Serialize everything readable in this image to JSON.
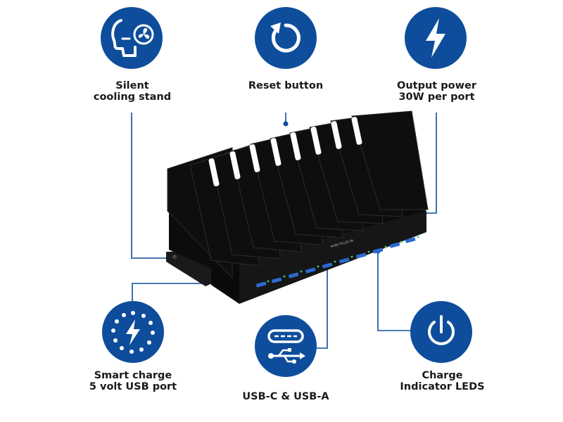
{
  "features": {
    "cooling": {
      "line1": "Silent",
      "line2": "cooling stand",
      "icon": "fan-face-icon"
    },
    "reset": {
      "line1": "Reset button",
      "icon": "reset-icon"
    },
    "power": {
      "line1": "Output power",
      "line2": "30W per port",
      "icon": "lightning-bolt-icon"
    },
    "smart": {
      "line1": "Smart charge",
      "line2": "5 volt USB port",
      "icon": "smart-charge-icon"
    },
    "usb": {
      "line1": "USB-C & USB-A",
      "icon": "usb-icon"
    },
    "leds": {
      "line1": "Charge",
      "line2": "Indicator LEDS",
      "icon": "power-icon"
    }
  },
  "device": {
    "brand_label": "nedis  PLUG IN"
  },
  "colors": {
    "accent": "#0d4d9b",
    "device": "#111111",
    "port": "#2a6ad1",
    "led": "#3ed06b"
  }
}
